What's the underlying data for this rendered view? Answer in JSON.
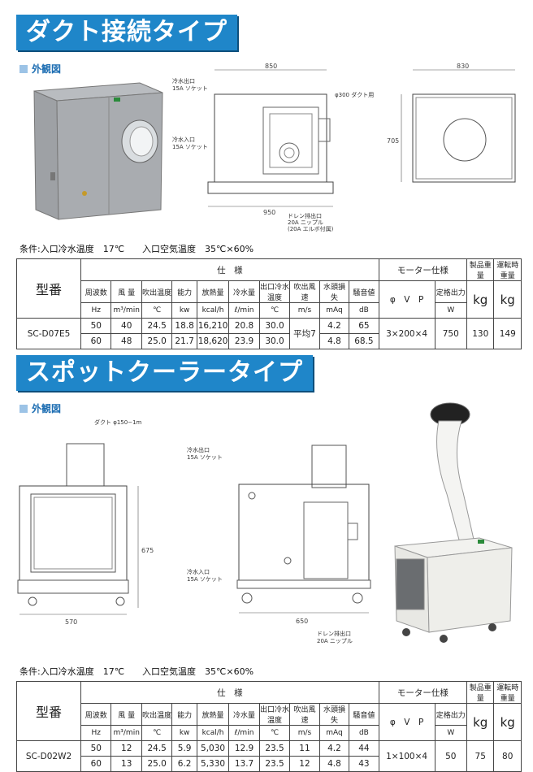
{
  "section1": {
    "title": "ダクト接続タイプ",
    "subtitle": "外観図",
    "drawing": {
      "dim_width": "850",
      "dim_bottom": "950",
      "dim_side": "830",
      "dim_height": "705",
      "label_outlet": "冷水出口",
      "label_outlet_socket": "15A ソケット",
      "label_inlet": "冷水入口",
      "label_inlet_socket": "15A ソケット",
      "label_duct": "φ300 ダクト用",
      "label_drain": "ドレン排出口",
      "label_drain_nipple": "20A ニップル",
      "label_drain_elbow": "(20A エルボ付属)"
    },
    "conditions": "条件:入口冷水温度　17℃　　入口空気温度　35℃×60%",
    "table": {
      "model_header": "型番",
      "spec_header": "仕　様",
      "motor_header": "モーター仕様",
      "weight_header": "製品重量",
      "op_weight_header": "運転時重量",
      "cols": [
        "周波数",
        "風 量",
        "吹出温度",
        "能力",
        "放熱量",
        "冷水量",
        "出口冷水温度",
        "吹出風速",
        "水頭損失",
        "騒音値"
      ],
      "units": [
        "Hz",
        "m³/min",
        "℃",
        "kw",
        "kcal/h",
        "ℓ/min",
        "℃",
        "m/s",
        "mAq",
        "dB"
      ],
      "motor_vp": "φ　V　P",
      "motor_rated": "定格出力",
      "motor_rated_unit": "W",
      "kg1": "kg",
      "kg2": "kg",
      "model": "SC-D07E5",
      "row1": [
        "50",
        "40",
        "24.5",
        "18.8",
        "16,210",
        "20.8",
        "30.0"
      ],
      "row2": [
        "60",
        "48",
        "25.0",
        "21.7",
        "18,620",
        "23.9",
        "30.0"
      ],
      "velocity": "平均7",
      "head1": "4.2",
      "noise1": "65",
      "head2": "4.8",
      "noise2": "68.5",
      "motor_spec": "3×200×4",
      "motor_output": "750",
      "weight": "130",
      "op_weight": "149"
    }
  },
  "section2": {
    "title": "スポットクーラータイプ",
    "subtitle": "外観図",
    "drawing": {
      "label_duct": "ダクト φ150−1m",
      "dim_width": "570",
      "dim_height": "675",
      "dim_depth": "650",
      "label_outlet": "冷水出口",
      "label_outlet_socket": "15A ソケット",
      "label_inlet": "冷水入口",
      "label_inlet_socket": "15A ソケット",
      "label_drain": "ドレン排出口",
      "label_drain_nipple": "20A ニップル"
    },
    "conditions": "条件:入口冷水温度　17℃　　入口空気温度　35℃×60%",
    "table": {
      "model_header": "型番",
      "spec_header": "仕　様",
      "motor_header": "モーター仕様",
      "weight_header": "製品重量",
      "op_weight_header": "運転時重量",
      "cols": [
        "周波数",
        "風 量",
        "吹出温度",
        "能力",
        "放熱量",
        "冷水量",
        "出口冷水温度",
        "吹出風速",
        "水頭損失",
        "騒音値"
      ],
      "units": [
        "Hz",
        "m³/min",
        "℃",
        "kw",
        "kcal/h",
        "ℓ/min",
        "℃",
        "m/s",
        "mAq",
        "dB"
      ],
      "motor_vp": "φ　V　P",
      "motor_rated": "定格出力",
      "motor_rated_unit": "W",
      "kg1": "kg",
      "kg2": "kg",
      "model": "SC-D02W2",
      "row1": [
        "50",
        "12",
        "24.5",
        "5.9",
        "5,030",
        "12.9",
        "23.5",
        "11",
        "4.2",
        "44"
      ],
      "row2": [
        "60",
        "13",
        "25.0",
        "6.2",
        "5,330",
        "13.7",
        "23.5",
        "12",
        "4.8",
        "43"
      ],
      "motor_spec": "1×100×4",
      "motor_output": "50",
      "weight": "75",
      "op_weight": "80"
    }
  }
}
